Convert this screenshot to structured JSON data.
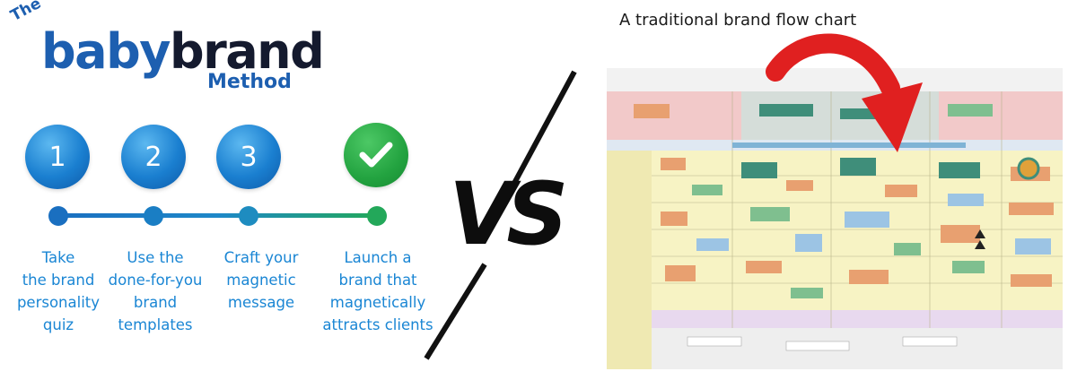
{
  "logo": {
    "the": "The",
    "baby": "baby",
    "brand": "brand",
    "method": "Method"
  },
  "steps": [
    {
      "number": "1",
      "label": [
        "Take",
        "the brand",
        "personality",
        "quiz"
      ]
    },
    {
      "number": "2",
      "label": [
        "Use the",
        "done-for-you",
        "brand",
        "templates"
      ]
    },
    {
      "number": "3",
      "label": [
        "Craft your",
        "magnetic",
        "message"
      ]
    },
    {
      "number": "",
      "label": [
        "Launch a",
        "brand that",
        "magnetically",
        "attracts clients"
      ]
    }
  ],
  "vs": "VS",
  "flowchart": {
    "title": "A traditional brand flow chart"
  },
  "colors": {
    "blue": "#1a7fd0",
    "green": "#23a340",
    "label": "#1a86d4",
    "arrow": "#e02020"
  }
}
